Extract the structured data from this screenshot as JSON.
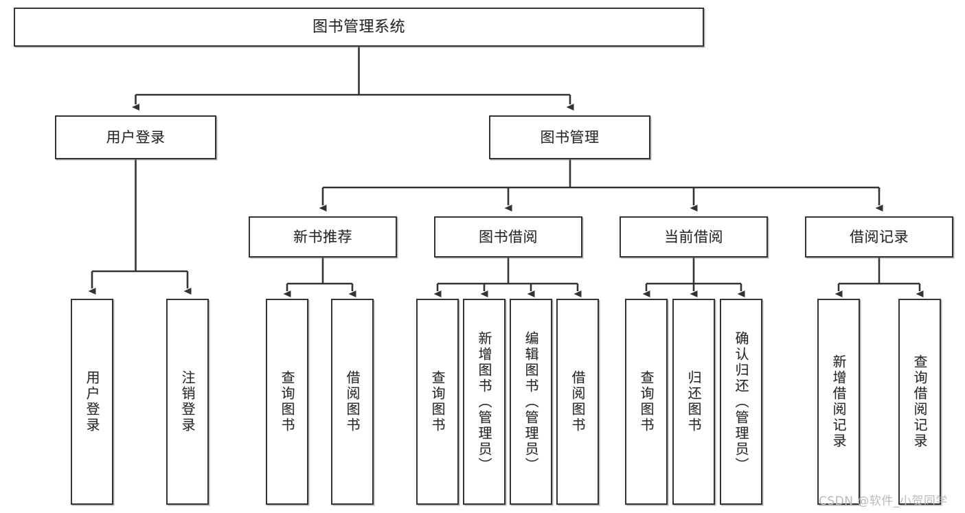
{
  "diagram": {
    "title": "图书管理系统",
    "type": "tree",
    "watermark": "CSDN @软件_小贺同学",
    "colors": {
      "box_border": "#333333",
      "box_fill": "#ffffff",
      "connector": "#333333",
      "text": "#262626",
      "watermark": "#b9b9b9"
    },
    "nodes": {
      "root": {
        "label": "图书管理系统"
      },
      "level2": [
        {
          "id": "user-login",
          "label": "用户登录"
        },
        {
          "id": "book-manage",
          "label": "图书管理"
        }
      ],
      "level3": [
        {
          "id": "new-book-rec",
          "label": "新书推荐"
        },
        {
          "id": "book-borrow",
          "label": "图书借阅"
        },
        {
          "id": "current-borrow",
          "label": "当前借阅"
        },
        {
          "id": "borrow-record",
          "label": "借阅记录"
        }
      ],
      "leaves": [
        {
          "id": "leaf-user-login",
          "label": "用户登录",
          "parent": "user-login"
        },
        {
          "id": "leaf-user-logout",
          "label": "注销登录",
          "parent": "user-login"
        },
        {
          "id": "leaf-query-book-1",
          "label": "查询图书",
          "parent": "new-book-rec"
        },
        {
          "id": "leaf-borrow-book-1",
          "label": "借阅图书",
          "parent": "new-book-rec"
        },
        {
          "id": "leaf-query-book-2",
          "label": "查询图书",
          "parent": "book-borrow"
        },
        {
          "id": "leaf-add-book",
          "label": "新增图书（管理员）",
          "parent": "book-borrow"
        },
        {
          "id": "leaf-edit-book",
          "label": "编辑图书（管理员）",
          "parent": "book-borrow"
        },
        {
          "id": "leaf-borrow-book-2",
          "label": "借阅图书",
          "parent": "book-borrow"
        },
        {
          "id": "leaf-query-book-3",
          "label": "查询图书",
          "parent": "current-borrow"
        },
        {
          "id": "leaf-return-book",
          "label": "归还图书",
          "parent": "current-borrow"
        },
        {
          "id": "leaf-confirm-return",
          "label": "确认归还（管理员）",
          "parent": "current-borrow"
        },
        {
          "id": "leaf-add-record",
          "label": "新增借阅记录",
          "parent": "borrow-record"
        },
        {
          "id": "leaf-query-record",
          "label": "查询借阅记录",
          "parent": "borrow-record"
        }
      ]
    }
  }
}
